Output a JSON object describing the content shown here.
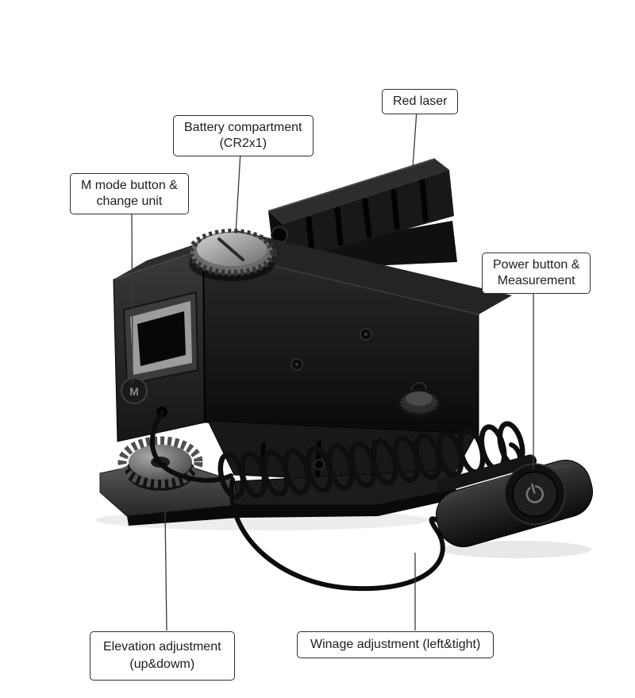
{
  "colors": {
    "background": "#ffffff",
    "callout_border": "#2e2e2e",
    "callout_text": "#1d1d1d",
    "leader_line": "#3a3a3a",
    "device_black": "#111111"
  },
  "callouts": {
    "red_laser": {
      "line1": "Red laser"
    },
    "battery": {
      "line1": "Battery compartment",
      "line2": "(CR2x1)"
    },
    "m_mode": {
      "line1": "M mode button &",
      "line2": "change unit"
    },
    "power": {
      "line1": "Power button &",
      "line2": "Measurement"
    },
    "elevation": {
      "line1": "Elevation adjustment",
      "line2": "(up&dowm)"
    },
    "windage": {
      "line1": "Winage adjustment (left&tight)"
    }
  },
  "device": {
    "m_button_label": "M"
  },
  "icons": {
    "power_button": "power-icon"
  }
}
